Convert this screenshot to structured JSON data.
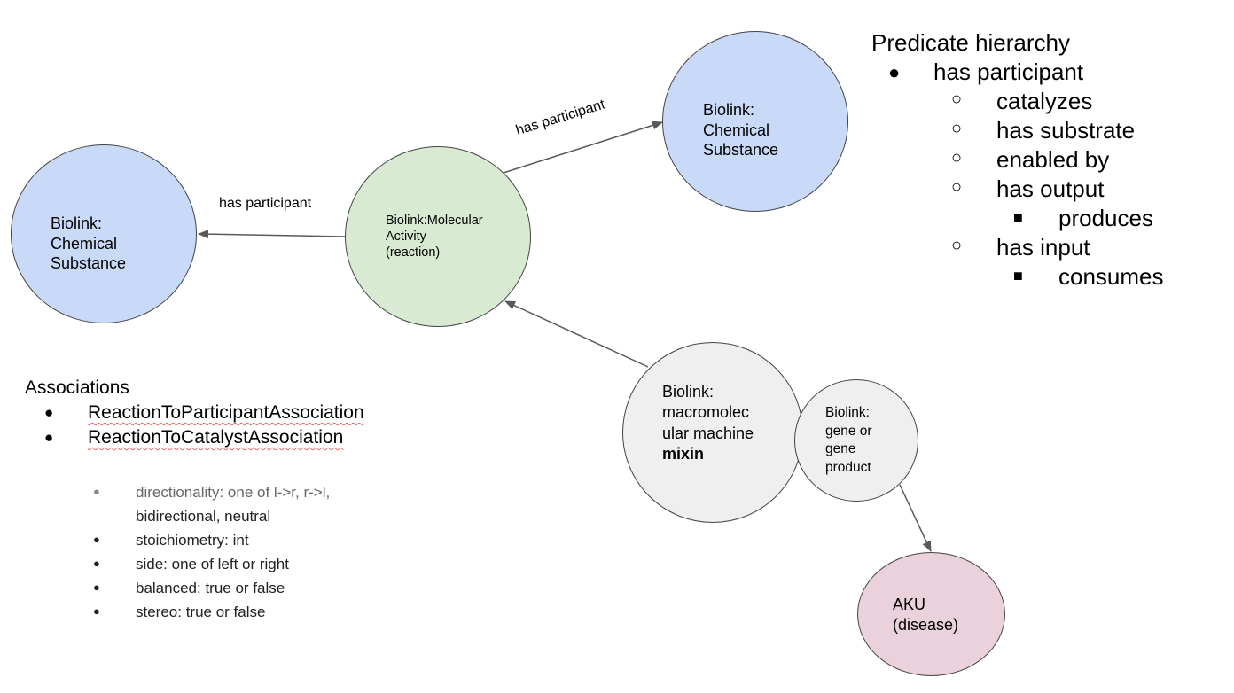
{
  "nodes": {
    "chem_left": [
      "Biolink:",
      "Chemical",
      "Substance"
    ],
    "reaction": [
      "Biolink:Molecular",
      "Activity",
      "(reaction)"
    ],
    "chem_top": [
      "Biolink:",
      "Chemical",
      "Substance"
    ],
    "macro": [
      "Biolink:",
      "macromolec",
      "ular machine"
    ],
    "macro_mixin": "mixin",
    "gene": [
      "Biolink:",
      "gene or",
      "gene",
      "product"
    ],
    "disease": [
      "AKU",
      "(disease)"
    ]
  },
  "edges": {
    "left_label": "has participant",
    "top_label": "has participant"
  },
  "predicate_hierarchy": {
    "title": "Predicate hierarchy",
    "root": "has participant",
    "children": [
      "catalyzes",
      "has substrate",
      "enabled by",
      "has output",
      "has input"
    ],
    "has_output_child": "produces",
    "has_input_child": "consumes",
    "bullets": {
      "level1": "●",
      "level2": "○",
      "level3": "■"
    }
  },
  "associations": {
    "title": "Associations",
    "items": [
      "ReactionToParticipantAssociation",
      "ReactionToCatalystAssociation"
    ],
    "properties": [
      [
        "directionality:  one of l->r, r->l,",
        "bidirectional, neutral"
      ],
      [
        "stoichiometry: int"
      ],
      [
        "side: one of left or right"
      ],
      [
        "balanced: true or false"
      ],
      [
        "stereo: true or false"
      ]
    ]
  },
  "colors": {
    "chemical": "#c9daf8",
    "reaction": "#d9ead3",
    "macromolecule": "#efefef",
    "disease": "#ead1dc",
    "edge": "#595959"
  }
}
